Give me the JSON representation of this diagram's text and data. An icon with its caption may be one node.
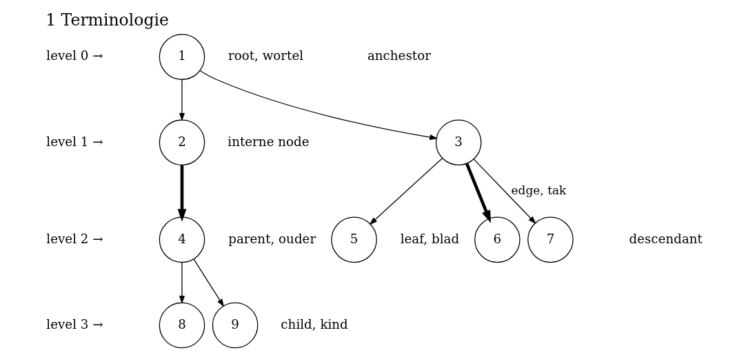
{
  "diagram": {
    "title": "1 Terminologie",
    "nodes": [
      {
        "text": [
          "1"
        ],
        "beside": [
          "root, wortel"
        ]
      },
      {
        "text": [
          "2"
        ],
        "beside": [
          "interne node"
        ]
      },
      {
        "text": [
          "3"
        ]
      },
      {
        "text": [
          "4"
        ],
        "beside": [
          "parent, ouder"
        ]
      },
      {
        "text": [
          "5"
        ],
        "beside": [
          "leaf, blad"
        ]
      },
      {
        "text": [
          "6"
        ]
      },
      {
        "text": [
          "7"
        ]
      },
      {
        "text": [
          "8"
        ]
      },
      {
        "text": [
          "9"
        ],
        "beside": [
          "child, kind"
        ]
      }
    ],
    "edges": [
      {
        "from": 0,
        "to": 1,
        "arrow": "to"
      },
      {
        "from": 0,
        "to": 2,
        "arrow": "to"
      },
      {
        "from": 1,
        "to": 3,
        "arrow": "to",
        "style": "thick"
      },
      {
        "from": 2,
        "to": 4,
        "arrow": "to"
      },
      {
        "from": 2,
        "to": 5,
        "arrow": "to",
        "style": "thick"
      },
      {
        "from": 2,
        "to": 6,
        "arrow": "to",
        "label": "edge, tak"
      },
      {
        "from": 3,
        "to": 7,
        "arrow": "to"
      },
      {
        "from": 3,
        "to": 8,
        "arrow": "to"
      }
    ],
    "labels": [
      "level 0 →",
      "anchestor",
      "level 1 →",
      "level 2 →",
      "descendant",
      "level 3 →"
    ]
  }
}
